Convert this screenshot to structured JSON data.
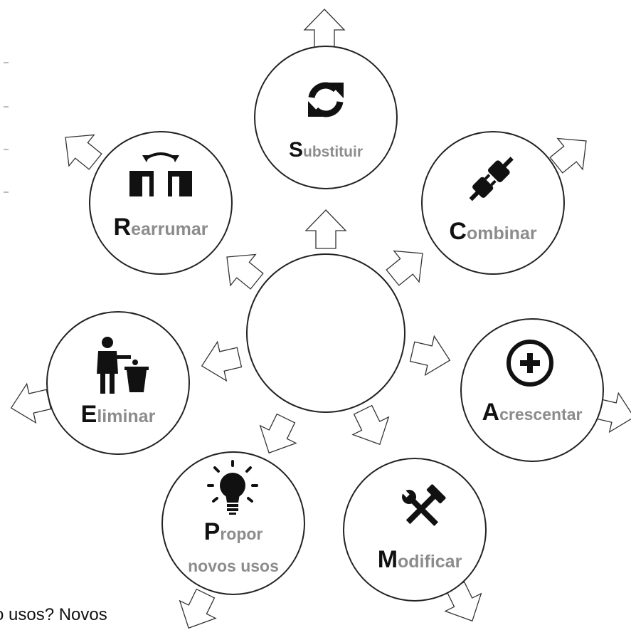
{
  "diagram": {
    "center_circle": {
      "label": ""
    },
    "nodes": [
      {
        "id": "substituir",
        "initial": "S",
        "rest": "ubstituir",
        "icon": "sync-icon"
      },
      {
        "id": "combinar",
        "initial": "C",
        "rest": "ombinar",
        "icon": "plug-icon"
      },
      {
        "id": "acrescentar",
        "initial": "A",
        "rest": "crescentar",
        "icon": "plus-circle-icon"
      },
      {
        "id": "modificar",
        "initial": "M",
        "rest": "odificar",
        "icon": "tools-icon"
      },
      {
        "id": "propor",
        "initial": "P",
        "rest": "ropor",
        "line2": "novos usos",
        "icon": "lightbulb-icon"
      },
      {
        "id": "eliminar",
        "initial": "E",
        "rest": "liminar",
        "icon": "trash-person-icon"
      },
      {
        "id": "rearrumar",
        "initial": "R",
        "rest": "earrumar",
        "icon": "rearrange-icon"
      }
    ]
  },
  "caption": "o usos? Novos"
}
